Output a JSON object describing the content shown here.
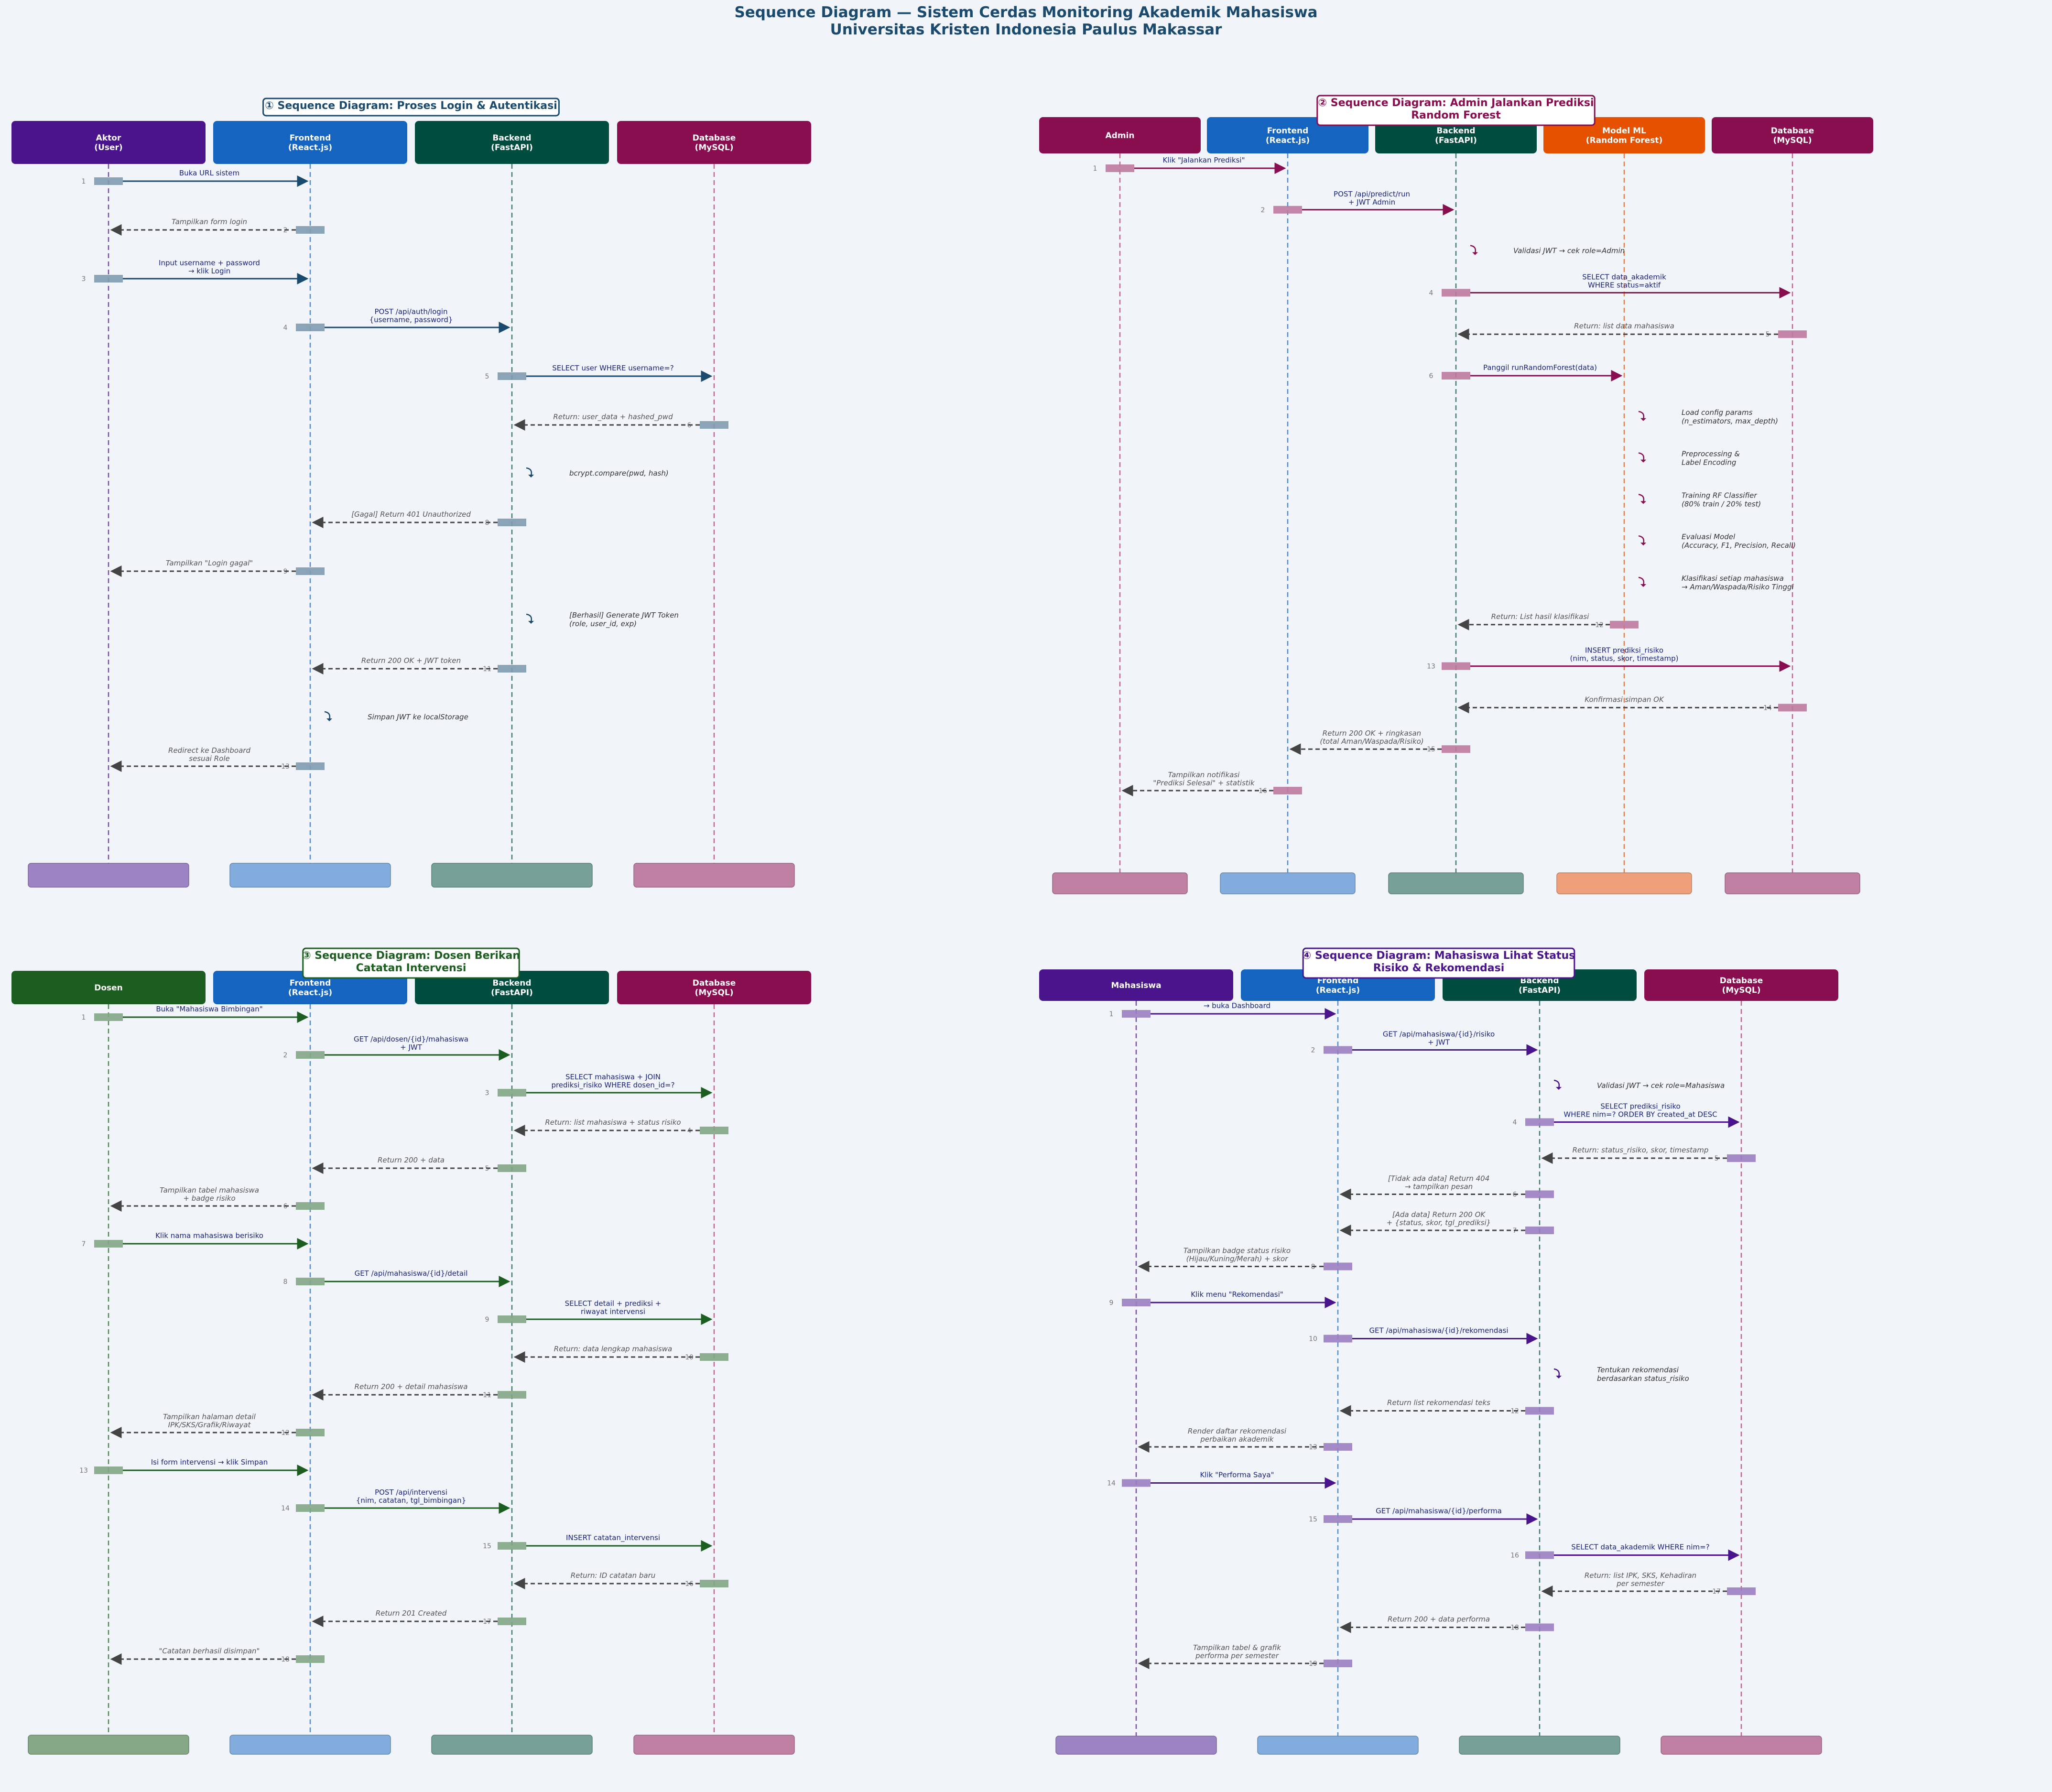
{
  "title": {
    "line1": "Sequence Diagram — Sistem Cerdas Monitoring Akademik Mahasiswa",
    "line2": "Universitas Kristen Indonesia Paulus Makassar"
  },
  "diagrams": [
    {
      "id": "login",
      "title": "① Sequence Diagram: Proses Login & Autentikasi",
      "accent": "#1a4a6e",
      "actors": [
        {
          "name": "Aktor\n(User)",
          "color": "#4a148c",
          "footer": "#9c84c4"
        },
        {
          "name": "Frontend\n(React.js)",
          "color": "#1565c0",
          "footer": "#82acdd"
        },
        {
          "name": "Backend\n(FastAPI)",
          "color": "#004d40",
          "footer": "#77a098"
        },
        {
          "name": "Database\n(MySQL)",
          "color": "#880e4f",
          "footer": "#bf80a4"
        }
      ],
      "steps": [
        {
          "n": "1",
          "type": "msg",
          "from": 0,
          "to": 1,
          "text": "Buka URL sistem"
        },
        {
          "n": "2",
          "type": "ret",
          "from": 1,
          "to": 0,
          "text": "Tampilkan form login"
        },
        {
          "n": "3",
          "type": "msg",
          "from": 0,
          "to": 1,
          "text": "Input username + password\n→ klik Login"
        },
        {
          "n": "4",
          "type": "msg",
          "from": 1,
          "to": 2,
          "text": "POST /api/auth/login\n{username, password}"
        },
        {
          "n": "5",
          "type": "msg",
          "from": 2,
          "to": 3,
          "text": "SELECT user WHERE username=?"
        },
        {
          "n": "6",
          "type": "ret",
          "from": 3,
          "to": 2,
          "text": "Return: user_data + hashed_pwd"
        },
        {
          "n": "",
          "type": "self",
          "at": 2,
          "text": "bcrypt.compare(pwd, hash)"
        },
        {
          "n": "8",
          "type": "ret",
          "from": 2,
          "to": 1,
          "text": "[Gagal] Return 401 Unauthorized"
        },
        {
          "n": "9",
          "type": "ret",
          "from": 1,
          "to": 0,
          "text": "Tampilkan \"Login gagal\""
        },
        {
          "n": "",
          "type": "self",
          "at": 2,
          "text": "[Berhasil] Generate JWT Token\n(role, user_id, exp)"
        },
        {
          "n": "11",
          "type": "ret",
          "from": 2,
          "to": 1,
          "text": "Return 200 OK + JWT token"
        },
        {
          "n": "",
          "type": "self",
          "at": 1,
          "text": "Simpan JWT ke localStorage"
        },
        {
          "n": "13",
          "type": "ret",
          "from": 1,
          "to": 0,
          "text": "Redirect ke Dashboard\nsesuai Role"
        }
      ]
    },
    {
      "id": "prediksi",
      "title": "② Sequence Diagram: Admin Jalankan Prediksi\nRandom Forest",
      "accent": "#880e4f",
      "actors": [
        {
          "name": "Admin",
          "color": "#880e4f",
          "footer": "#bf80a4"
        },
        {
          "name": "Frontend\n(React.js)",
          "color": "#1565c0",
          "footer": "#82acdd"
        },
        {
          "name": "Backend\n(FastAPI)",
          "color": "#004d40",
          "footer": "#77a098"
        },
        {
          "name": "Model ML\n(Random Forest)",
          "color": "#e65100",
          "footer": "#eea07a"
        },
        {
          "name": "Database\n(MySQL)",
          "color": "#880e4f",
          "footer": "#bf80a4"
        }
      ],
      "steps": [
        {
          "n": "1",
          "type": "msg",
          "from": 0,
          "to": 1,
          "text": "Klik \"Jalankan Prediksi\""
        },
        {
          "n": "2",
          "type": "msg",
          "from": 1,
          "to": 2,
          "text": "POST /api/predict/run\n+ JWT Admin"
        },
        {
          "n": "",
          "type": "self",
          "at": 2,
          "text": "Validasi JWT → cek role=Admin"
        },
        {
          "n": "4",
          "type": "msg",
          "from": 2,
          "to": 4,
          "text": "SELECT data_akademik\nWHERE status=aktif"
        },
        {
          "n": "5",
          "type": "ret",
          "from": 4,
          "to": 2,
          "text": "Return: list data mahasiswa"
        },
        {
          "n": "6",
          "type": "msg",
          "from": 2,
          "to": 3,
          "text": "Panggil runRandomForest(data)"
        },
        {
          "n": "",
          "type": "self",
          "at": 3,
          "text": "Load config params\n(n_estimators, max_depth)"
        },
        {
          "n": "",
          "type": "self",
          "at": 3,
          "text": "Preprocessing &\nLabel Encoding"
        },
        {
          "n": "",
          "type": "self",
          "at": 3,
          "text": "Training RF Classifier\n(80% train / 20% test)"
        },
        {
          "n": "",
          "type": "self",
          "at": 3,
          "text": "Evaluasi Model\n(Accuracy, F1, Precision, Recall)"
        },
        {
          "n": "",
          "type": "self",
          "at": 3,
          "text": "Klasifikasi setiap mahasiswa\n→ Aman/Waspada/Risiko Tinggi"
        },
        {
          "n": "12",
          "type": "ret",
          "from": 3,
          "to": 2,
          "text": "Return: List hasil klasifikasi"
        },
        {
          "n": "13",
          "type": "msg",
          "from": 2,
          "to": 4,
          "text": "INSERT prediksi_risiko\n(nim, status, skor, timestamp)"
        },
        {
          "n": "14",
          "type": "ret",
          "from": 4,
          "to": 2,
          "text": "Konfirmasi simpan OK"
        },
        {
          "n": "15",
          "type": "ret",
          "from": 2,
          "to": 1,
          "text": "Return 200 OK + ringkasan\n(total Aman/Waspada/Risiko)"
        },
        {
          "n": "16",
          "type": "ret",
          "from": 1,
          "to": 0,
          "text": "Tampilkan notifikasi\n\"Prediksi Selesai\" + statistik"
        }
      ]
    },
    {
      "id": "dosen",
      "title": "③ Sequence Diagram: Dosen Berikan\nCatatan Intervensi",
      "accent": "#1b5e20",
      "actors": [
        {
          "name": "Dosen",
          "color": "#1b5e20",
          "footer": "#86a887"
        },
        {
          "name": "Frontend\n(React.js)",
          "color": "#1565c0",
          "footer": "#82acdd"
        },
        {
          "name": "Backend\n(FastAPI)",
          "color": "#004d40",
          "footer": "#77a098"
        },
        {
          "name": "Database\n(MySQL)",
          "color": "#880e4f",
          "footer": "#bf80a4"
        }
      ],
      "steps": [
        {
          "n": "1",
          "type": "msg",
          "from": 0,
          "to": 1,
          "text": "Buka \"Mahasiswa Bimbingan\""
        },
        {
          "n": "2",
          "type": "msg",
          "from": 1,
          "to": 2,
          "text": "GET /api/dosen/{id}/mahasiswa\n+ JWT"
        },
        {
          "n": "3",
          "type": "msg",
          "from": 2,
          "to": 3,
          "text": "SELECT mahasiswa + JOIN\nprediksi_risiko WHERE dosen_id=?"
        },
        {
          "n": "4",
          "type": "ret",
          "from": 3,
          "to": 2,
          "text": "Return: list mahasiswa + status risiko"
        },
        {
          "n": "5",
          "type": "ret",
          "from": 2,
          "to": 1,
          "text": "Return 200 + data"
        },
        {
          "n": "6",
          "type": "ret",
          "from": 1,
          "to": 0,
          "text": "Tampilkan tabel mahasiswa\n+ badge risiko"
        },
        {
          "n": "7",
          "type": "msg",
          "from": 0,
          "to": 1,
          "text": "Klik nama mahasiswa berisiko"
        },
        {
          "n": "8",
          "type": "msg",
          "from": 1,
          "to": 2,
          "text": "GET /api/mahasiswa/{id}/detail"
        },
        {
          "n": "9",
          "type": "msg",
          "from": 2,
          "to": 3,
          "text": "SELECT detail + prediksi +\nriwayat intervensi"
        },
        {
          "n": "10",
          "type": "ret",
          "from": 3,
          "to": 2,
          "text": "Return: data lengkap mahasiswa"
        },
        {
          "n": "11",
          "type": "ret",
          "from": 2,
          "to": 1,
          "text": "Return 200 + detail mahasiswa"
        },
        {
          "n": "12",
          "type": "ret",
          "from": 1,
          "to": 0,
          "text": "Tampilkan halaman detail\nIPK/SKS/Grafik/Riwayat"
        },
        {
          "n": "13",
          "type": "msg",
          "from": 0,
          "to": 1,
          "text": "Isi form intervensi → klik Simpan"
        },
        {
          "n": "14",
          "type": "msg",
          "from": 1,
          "to": 2,
          "text": "POST /api/intervensi\n{nim, catatan, tgl_bimbingan}"
        },
        {
          "n": "15",
          "type": "msg",
          "from": 2,
          "to": 3,
          "text": "INSERT catatan_intervensi"
        },
        {
          "n": "16",
          "type": "ret",
          "from": 3,
          "to": 2,
          "text": "Return: ID catatan baru"
        },
        {
          "n": "17",
          "type": "ret",
          "from": 2,
          "to": 1,
          "text": "Return 201 Created"
        },
        {
          "n": "18",
          "type": "ret",
          "from": 1,
          "to": 0,
          "text": "\"Catatan berhasil disimpan\""
        }
      ]
    },
    {
      "id": "mahasiswa",
      "title": "④ Sequence Diagram: Mahasiswa Lihat Status\nRisiko & Rekomendasi",
      "accent": "#4a148c",
      "actors": [
        {
          "name": "Mahasiswa",
          "color": "#4a148c",
          "footer": "#9c84c4"
        },
        {
          "name": "Frontend\n(React.js)",
          "color": "#1565c0",
          "footer": "#82acdd"
        },
        {
          "name": "Backend\n(FastAPI)",
          "color": "#004d40",
          "footer": "#77a098"
        },
        {
          "name": "Database\n(MySQL)",
          "color": "#880e4f",
          "footer": "#bf80a4"
        }
      ],
      "steps": [
        {
          "n": "1",
          "type": "msg",
          "from": 0,
          "to": 1,
          "text": "→ buka Dashboard"
        },
        {
          "n": "2",
          "type": "msg",
          "from": 1,
          "to": 2,
          "text": "GET /api/mahasiswa/{id}/risiko\n+ JWT"
        },
        {
          "n": "",
          "type": "self",
          "at": 2,
          "text": "Validasi JWT → cek role=Mahasiswa"
        },
        {
          "n": "4",
          "type": "msg",
          "from": 2,
          "to": 3,
          "text": "SELECT prediksi_risiko\nWHERE nim=? ORDER BY created_at DESC"
        },
        {
          "n": "5",
          "type": "ret",
          "from": 3,
          "to": 2,
          "text": "Return: status_risiko, skor, timestamp"
        },
        {
          "n": "6",
          "type": "ret",
          "from": 2,
          "to": 1,
          "text": "[Tidak ada data] Return 404\n→ tampilkan pesan"
        },
        {
          "n": "7",
          "type": "ret",
          "from": 2,
          "to": 1,
          "text": "[Ada data] Return 200 OK\n+ {status, skor, tgl_prediksi}"
        },
        {
          "n": "8",
          "type": "ret",
          "from": 1,
          "to": 0,
          "text": "Tampilkan badge status risiko\n(Hijau/Kuning/Merah) + skor"
        },
        {
          "n": "9",
          "type": "msg",
          "from": 0,
          "to": 1,
          "text": "Klik menu \"Rekomendasi\""
        },
        {
          "n": "10",
          "type": "msg",
          "from": 1,
          "to": 2,
          "text": "GET /api/mahasiswa/{id}/rekomendasi"
        },
        {
          "n": "",
          "type": "self",
          "at": 2,
          "text": "Tentukan rekomendasi\nberdasarkan status_risiko"
        },
        {
          "n": "12",
          "type": "ret",
          "from": 2,
          "to": 1,
          "text": "Return list rekomendasi teks"
        },
        {
          "n": "13",
          "type": "ret",
          "from": 1,
          "to": 0,
          "text": "Render daftar rekomendasi\nperbaikan akademik"
        },
        {
          "n": "14",
          "type": "msg",
          "from": 0,
          "to": 1,
          "text": "Klik \"Performa Saya\""
        },
        {
          "n": "15",
          "type": "msg",
          "from": 1,
          "to": 2,
          "text": "GET /api/mahasiswa/{id}/performa"
        },
        {
          "n": "16",
          "type": "msg",
          "from": 2,
          "to": 3,
          "text": "SELECT data_akademik WHERE nim=?"
        },
        {
          "n": "17",
          "type": "ret",
          "from": 3,
          "to": 2,
          "text": "Return: list IPK, SKS, Kehadiran\nper semester"
        },
        {
          "n": "18",
          "type": "ret",
          "from": 2,
          "to": 1,
          "text": "Return 200 + data performa"
        },
        {
          "n": "19",
          "type": "ret",
          "from": 1,
          "to": 0,
          "text": "Tampilkan tabel & grafik\nperforma per semester"
        }
      ]
    }
  ]
}
